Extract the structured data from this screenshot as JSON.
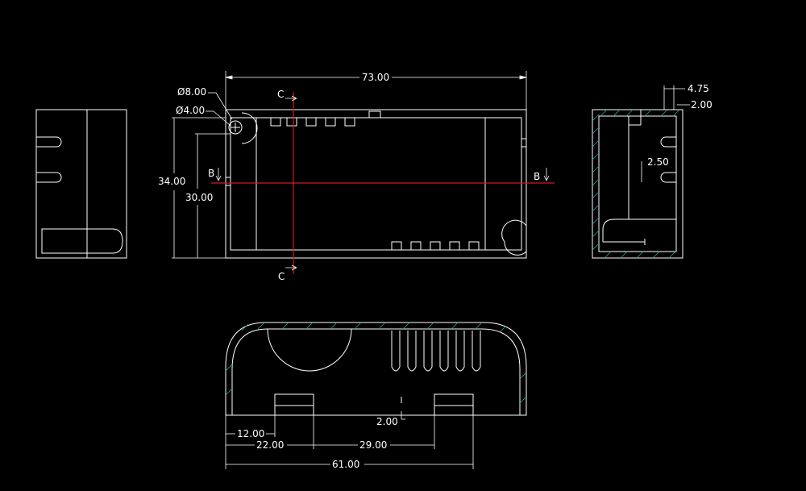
{
  "colors": {
    "background": "#000000",
    "line": "#ffffff",
    "section_line": "#d01a24",
    "hatch": "#2aa39a"
  },
  "top_view": {
    "overall_length": "73.00",
    "overall_height": "34.00",
    "inner_height": "30.00",
    "hole_outer_diameter": "Ø8.00",
    "hole_inner_diameter": "Ø4.00",
    "section_c_top": "C",
    "section_c_bottom": "C",
    "section_b_left": "B",
    "section_b_right": "B"
  },
  "section_view": {
    "dim_top": "4.75",
    "dim_wall": "2.00",
    "dim_slot": "2.50"
  },
  "front_view": {
    "dim_12": "12.00",
    "dim_22": "22.00",
    "dim_29": "29.00",
    "dim_2": "2.00",
    "dim_61": "61.00"
  }
}
